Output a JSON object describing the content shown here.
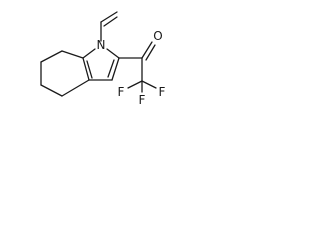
{
  "molecule": {
    "atom_labels": {
      "nitrogen": "N",
      "oxygen": "O",
      "fluorine_1": "F",
      "fluorine_2": "F",
      "fluorine_3": "F"
    },
    "colors": {
      "bond": "#1a1a1a",
      "label": "#1a1a1a",
      "background": "#ffffff"
    }
  }
}
